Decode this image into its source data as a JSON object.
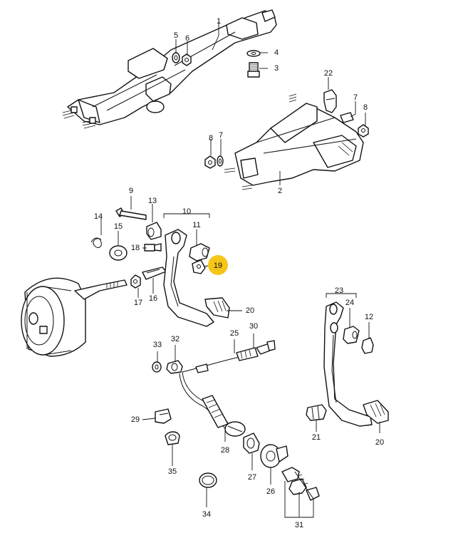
{
  "labels": {
    "p1": "1",
    "p2": "2",
    "p3": "3",
    "p4": "4",
    "p5": "5",
    "p6": "6",
    "p7a": "7",
    "p7b": "7",
    "p8a": "8",
    "p8b": "8",
    "p9": "9",
    "p10": "10",
    "p11": "11",
    "p12": "12",
    "p13": "13",
    "p14": "14",
    "p15": "15",
    "p16": "16",
    "p17": "17",
    "p18": "18",
    "p19": "19",
    "p20a": "20",
    "p20b": "20",
    "p21": "21",
    "p22": "22",
    "p23": "23",
    "p24": "24",
    "p25": "25",
    "p26": "26",
    "p27": "27",
    "p28": "28",
    "p29": "29",
    "p30": "30",
    "p31": "31",
    "p32": "32",
    "p33": "33",
    "p34": "34",
    "p35": "35"
  },
  "highlight": {
    "part": "19",
    "color": "#f5c518"
  }
}
